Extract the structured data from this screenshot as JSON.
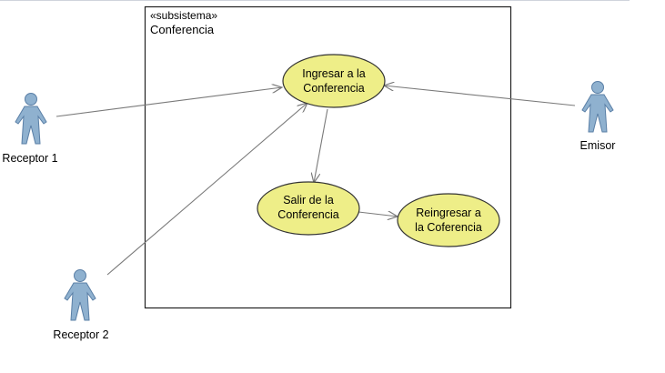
{
  "subsystem": {
    "stereotype": "«subsistema»",
    "name": "Conferencia"
  },
  "use_cases": {
    "ingresar": [
      "Ingresar a la",
      "Conferencia"
    ],
    "salir": [
      "Salir de la",
      "Conferencia"
    ],
    "reingresar": [
      "Reingresar a",
      "la Coferencia"
    ]
  },
  "actors": {
    "receptor1": "Receptor 1",
    "receptor2": "Receptor 2",
    "emisor": "Emisor"
  },
  "colors": {
    "use_case_fill": "#eeee88",
    "actor_fill": "#8fb1cf",
    "actor_stroke": "#5a7fa6",
    "line": "#7a7a7a",
    "border": "#222222"
  }
}
